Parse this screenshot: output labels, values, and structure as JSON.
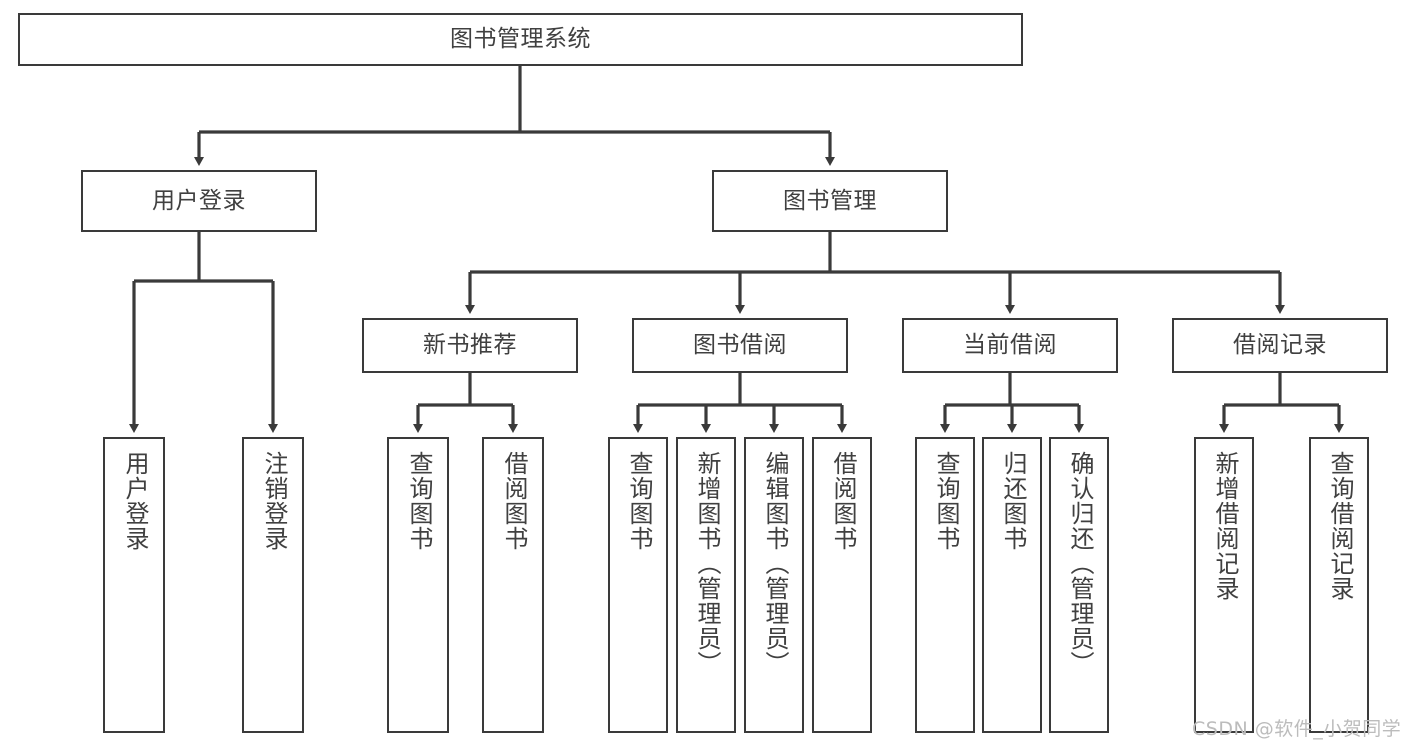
{
  "diagram": {
    "type": "tree-hierarchy",
    "title": "图书管理系统",
    "colors": {
      "box_border": "#3a3a3a",
      "box_fill": "#ffffff",
      "connector": "#3a3a3a",
      "text": "#404040",
      "watermark": "#bcbcbc",
      "background": "#ffffff"
    },
    "root": {
      "label": "图书管理系统"
    },
    "level2": [
      {
        "label": "用户登录"
      },
      {
        "label": "图书管理"
      }
    ],
    "level3": [
      {
        "label": "新书推荐"
      },
      {
        "label": "图书借阅"
      },
      {
        "label": "当前借阅"
      },
      {
        "label": "借阅记录"
      }
    ],
    "leaves": {
      "user_login": [
        {
          "label": "用户登录"
        },
        {
          "label": "注销登录"
        }
      ],
      "new_book_recommend": [
        {
          "label": "查询图书"
        },
        {
          "label": "借阅图书"
        }
      ],
      "book_borrow": [
        {
          "label": "查询图书"
        },
        {
          "label": "新增图书（管理员）"
        },
        {
          "label": "编辑图书（管理员）"
        },
        {
          "label": "借阅图书"
        }
      ],
      "current_borrow": [
        {
          "label": "查询图书"
        },
        {
          "label": "归还图书"
        },
        {
          "label": "确认归还（管理员）"
        }
      ],
      "borrow_record": [
        {
          "label": "新增借阅记录"
        },
        {
          "label": "查询借阅记录"
        }
      ]
    },
    "watermark": "CSDN @软件_小贺同学"
  }
}
